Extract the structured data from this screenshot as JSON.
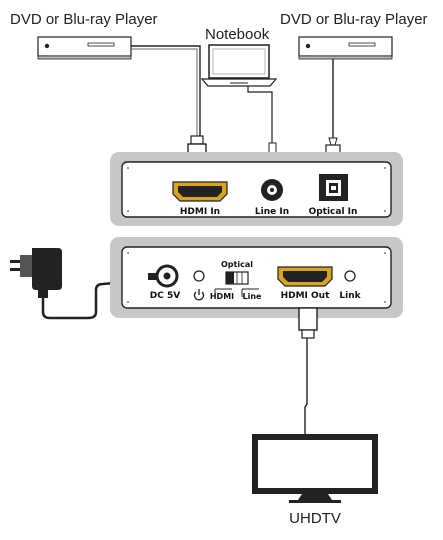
{
  "devices": {
    "left_player": "DVD or Blu-ray Player",
    "notebook": "Notebook",
    "right_player": "DVD or Blu-ray Player",
    "tv": "UHDTV"
  },
  "input_panel": {
    "hdmi_in": "HDMI In",
    "line_in": "Line In",
    "optical_in": "Optical In"
  },
  "output_panel": {
    "dc": "DC 5V",
    "switch_title": "Optical",
    "switch_left": "HDMI",
    "switch_right": "Line",
    "hdmi_out": "HDMI Out",
    "link": "Link"
  },
  "icons": [
    "power-icon",
    "power-adapter-icon"
  ]
}
